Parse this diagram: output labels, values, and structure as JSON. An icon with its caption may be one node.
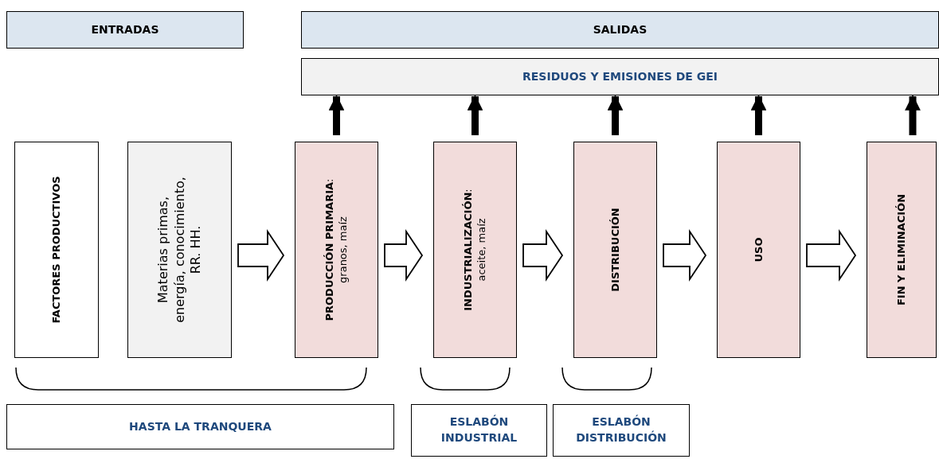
{
  "diagram": {
    "nodes": [
      {
        "text": [
          "ENTRADAS"
        ]
      },
      {
        "text": [
          "SALIDAS"
        ]
      },
      {
        "text": [
          "RESIDUOS Y EMISIONES DE GEI"
        ]
      },
      {
        "text": [
          "FACTORES PRODUCTIVOS"
        ]
      },
      {
        "text": [
          "Materias primas, energía, conocimiento, RR. HH."
        ]
      },
      {
        "text": [
          "**PRODUCCIÓN PRIMARIA**: granos, maíz"
        ]
      },
      {
        "text": [
          "**INDUSTRIALIZACIÓN**: aceite, maíz"
        ]
      },
      {
        "text": [
          "DISTRIBUCIÓN"
        ]
      },
      {
        "text": [
          "USO"
        ]
      },
      {
        "text": [
          "FIN Y ELIMINACIÓN"
        ]
      },
      {
        "text": [
          "HASTA LA TRANQUERA"
        ]
      },
      {
        "text": [
          "ESLABÓN INDUSTRIAL"
        ]
      },
      {
        "text": [
          "ESLABÓN DISTRIBUCIÓN"
        ]
      }
    ],
    "edges": [
      {
        "from": 4,
        "to": 5,
        "arrow": "to"
      },
      {
        "from": 5,
        "to": 6,
        "arrow": "to"
      },
      {
        "from": 6,
        "to": 7,
        "arrow": "to"
      },
      {
        "from": 7,
        "to": 8,
        "arrow": "to"
      },
      {
        "from": 8,
        "to": 9,
        "arrow": "to"
      },
      {
        "from": 5,
        "to": 2,
        "arrow": "to"
      },
      {
        "from": 6,
        "to": 2,
        "arrow": "to"
      },
      {
        "from": 7,
        "to": 2,
        "arrow": "to"
      },
      {
        "from": 8,
        "to": 2,
        "arrow": "to"
      },
      {
        "from": 9,
        "to": 2,
        "arrow": "to"
      }
    ]
  }
}
